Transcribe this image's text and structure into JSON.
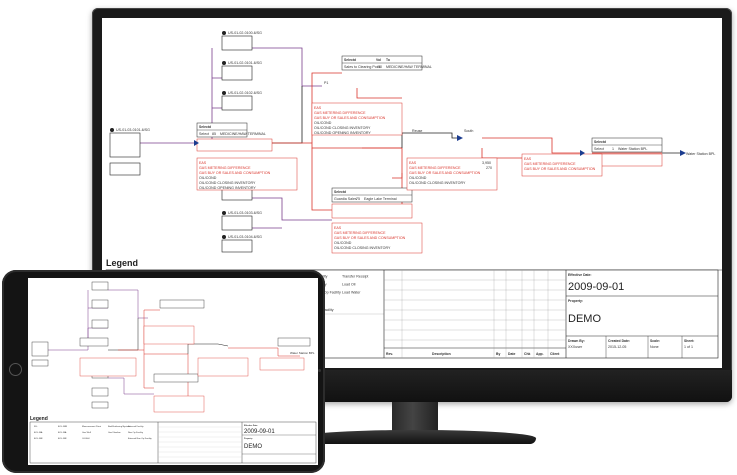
{
  "diagram": {
    "title": "Legend",
    "nodes": [
      {
        "id": "n1",
        "label": "US-01-02-0100-6/SG"
      },
      {
        "id": "n2",
        "label": "US-01-02-0101-6/SG"
      },
      {
        "id": "n3",
        "label": "US-01-02-0102-6/SG"
      },
      {
        "id": "n4",
        "label": "US-01-03-0101-6/SG"
      },
      {
        "id": "n5",
        "label": "US-01-03-0102-6/SG"
      },
      {
        "id": "n6",
        "label": "US-01-03-0103-6/SG"
      },
      {
        "id": "n7",
        "label": "US-01-03-0104-6/SG"
      }
    ],
    "point_labels": {
      "reuse": "Reuse",
      "south": "South",
      "water_station": "Water Station BPL",
      "mid": "P1"
    },
    "table_headers": [
      "Selectd",
      "Vol",
      "To"
    ],
    "table_rows": [
      [
        "Sales to Clearing Point",
        "30",
        "MEDICINE/HAW TERMINAL"
      ],
      [
        "Select",
        "85",
        "MEDICINE/HAW TERMINAL"
      ],
      [
        "Guardia Sales",
        "75",
        "Eagle Lake Terminal"
      ],
      [
        "Select",
        "1",
        "Water Station BPL"
      ]
    ],
    "red_box_lines": [
      "EAS",
      "GAS METERING DIFFERENCE",
      "GAS BUY OR SALES AND CONSUMPTION",
      "OIL/COND",
      "OIL/COND CLOSING INVENTORY",
      "OIL/COND OPENING INVENTORY"
    ],
    "red_box_values": [
      "3,950",
      "270",
      "",
      ""
    ]
  },
  "legend": {
    "rows": [
      [
        "FLL",
        "EOL-MIR",
        "Measurement Point",
        "Bad/Gathering/System",
        "External Facility",
        "Transfer Receipt"
      ],
      [
        "EOL-MA",
        "EOL-MA",
        "Gas Well",
        "Gas Flowline",
        "Non Op Facility",
        "Load Oil"
      ],
      [
        "EOL-MR",
        "EOL-MR",
        "Oil Well",
        "",
        "External Non Op Facility",
        "Load Water"
      ],
      [
        "",
        "",
        "",
        "",
        "Facility",
        ""
      ],
      [
        "",
        "",
        "",
        "",
        "Internal Sub Facility",
        ""
      ],
      [
        "",
        "",
        "",
        "",
        "Make Fuel",
        ""
      ],
      [
        "",
        "",
        "",
        "",
        "Gas Fuel",
        ""
      ]
    ]
  },
  "title_block": {
    "effective_date_label": "Effective Date:",
    "effective_date": "2009-09-01",
    "property_label": "Property:",
    "property": "DEMO",
    "drawn_by_label": "Drawn By:",
    "drawn_by": "XXXuser",
    "created_label": "Created Date:",
    "created": "2015-12-05",
    "scale_label": "Scale:",
    "scale": "None",
    "sheet_label": "Sheet:",
    "sheet": "1 of 1",
    "revision_headers": [
      "Rev.",
      "Description",
      "By",
      "Date",
      "Chk",
      "App.",
      "Client"
    ]
  },
  "colors": {
    "red_line": "#d9342b",
    "purple_line": "#7a3f8c",
    "dark_line": "#222222"
  }
}
